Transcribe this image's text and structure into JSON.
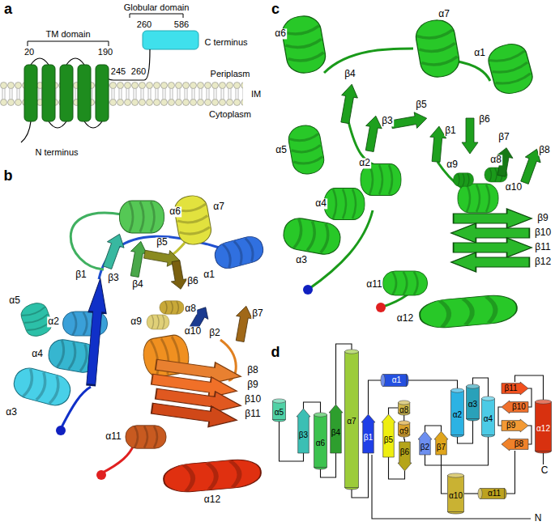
{
  "diagram": {
    "nodes": [
      {
        "text": [
          "α5"
        ]
      },
      {
        "text": [
          "β3"
        ]
      },
      {
        "text": [
          "α6"
        ]
      },
      {
        "text": [
          "β4"
        ]
      },
      {
        "text": [
          "α7"
        ]
      },
      {
        "text": [
          "β1"
        ]
      },
      {
        "text": [
          "α1"
        ]
      },
      {
        "text": [
          "α8"
        ]
      },
      {
        "text": [
          "β5"
        ]
      },
      {
        "text": [
          "α9"
        ]
      },
      {
        "text": [
          "β6"
        ]
      },
      {
        "text": [
          "β2"
        ]
      },
      {
        "text": [
          "β7"
        ]
      },
      {
        "text": [
          "α2"
        ]
      },
      {
        "text": [
          "α3"
        ]
      },
      {
        "text": [
          "α4"
        ]
      },
      {
        "text": [
          "β11"
        ]
      },
      {
        "text": [
          "β10"
        ]
      },
      {
        "text": [
          "β9"
        ]
      },
      {
        "text": [
          "β8"
        ]
      },
      {
        "text": [
          "α12"
        ]
      },
      {
        "text": [
          "α10"
        ]
      },
      {
        "text": [
          "α11"
        ]
      }
    ],
    "edges": [
      {
        "from": 0,
        "to": 1,
        "arrow": "none"
      },
      {
        "from": 1,
        "to": 2,
        "arrow": "none"
      },
      {
        "from": 2,
        "to": 3,
        "arrow": "none"
      },
      {
        "from": 3,
        "to": 4,
        "arrow": "none"
      },
      {
        "from": 4,
        "to": 5,
        "arrow": "none"
      },
      {
        "from": 5,
        "to": 6,
        "arrow": "none"
      },
      {
        "from": 6,
        "to": 13,
        "arrow": "none"
      },
      {
        "from": 13,
        "to": 14,
        "arrow": "none"
      },
      {
        "from": 14,
        "to": 15,
        "arrow": "none"
      },
      {
        "from": 15,
        "to": 11,
        "arrow": "none"
      },
      {
        "from": 11,
        "to": 12,
        "arrow": "none"
      },
      {
        "from": 12,
        "to": 21,
        "arrow": "none"
      },
      {
        "from": 21,
        "to": 22,
        "arrow": "none"
      },
      {
        "from": 22,
        "to": 19,
        "arrow": "none"
      },
      {
        "from": 19,
        "to": 18,
        "arrow": "none"
      },
      {
        "from": 18,
        "to": 17,
        "arrow": "none"
      },
      {
        "from": 17,
        "to": 16,
        "arrow": "none"
      },
      {
        "from": 16,
        "to": 20,
        "arrow": "none"
      },
      {
        "from": 8,
        "to": 7,
        "arrow": "none"
      },
      {
        "from": 7,
        "to": 9,
        "arrow": "none"
      },
      {
        "from": 9,
        "to": 10,
        "arrow": "none"
      },
      {
        "from": 10,
        "to": 8,
        "arrow": "none"
      }
    ],
    "labels": [
      "a",
      "Globular domain",
      "260",
      "586",
      "C terminus",
      "TM domain",
      "20",
      "190",
      "245",
      "260",
      "Periplasm",
      "IM",
      "Cytoplasm",
      "N terminus",
      "b",
      "α6",
      "α7",
      "α1",
      "β3",
      "β4",
      "β5",
      "β1",
      "β6",
      "α8",
      "α9",
      "β2",
      "β7",
      "α2",
      "α4",
      "α5",
      "α3",
      "α10",
      "β8",
      "β9",
      "β10",
      "β11",
      "α11",
      "α12",
      "c",
      "α6",
      "α7",
      "α1",
      "β4",
      "β3",
      "β5",
      "β1",
      "β6",
      "β7",
      "β8",
      "α5",
      "α9",
      "α8",
      "α2",
      "α4",
      "α10",
      "α3",
      "β9",
      "β10",
      "β11",
      "β12",
      "α11",
      "α12",
      "d",
      "N",
      "C"
    ]
  }
}
